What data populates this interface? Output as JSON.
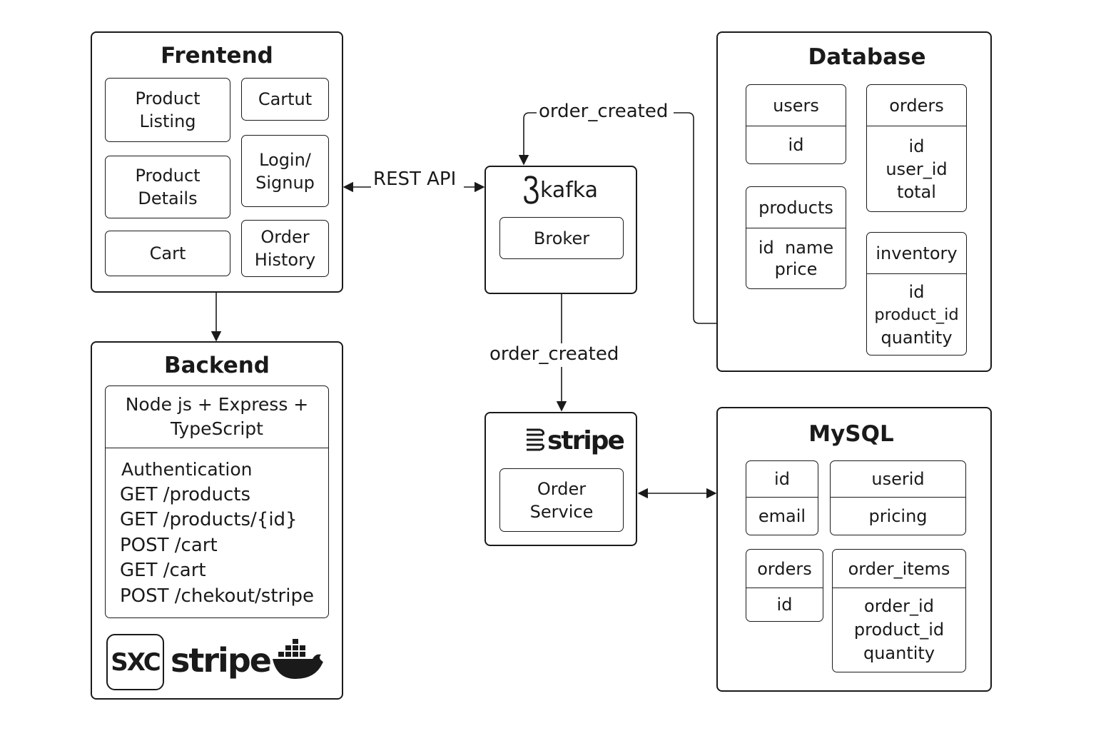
{
  "frontend": {
    "title": "Frentend",
    "items": [
      "Product\nListing",
      "Cartut",
      "Product\nDetails",
      "Login/\nSignup",
      "Cart",
      "Order\nHistory"
    ]
  },
  "backend": {
    "title": "Backend",
    "stack": "Node js + Express +\nTypeScript",
    "routes": [
      "Authentication",
      "GET /products",
      "GET /products/{id}",
      "POST /cart",
      "GET /cart",
      "POST /chekout/stripe"
    ],
    "logos": {
      "sxc": "SXC",
      "stripe": "stripe",
      "docker": "docker-whale-icon"
    }
  },
  "connectors": {
    "rest_api": "REST API",
    "order_created_top": "order_created",
    "order_created_mid": "order_created"
  },
  "kafka": {
    "logo": "kafka",
    "broker": "Broker"
  },
  "stripe_service": {
    "logo": "stripe",
    "service": "Order\nService"
  },
  "database": {
    "title": "Database",
    "tables": [
      {
        "name": "users",
        "fields": [
          "id"
        ]
      },
      {
        "name": "orders",
        "fields": [
          "id",
          "user_id",
          "total"
        ]
      },
      {
        "name": "products",
        "fields": [
          "id  name",
          "price"
        ]
      },
      {
        "name": "inventory",
        "fields": [
          "id",
          "product_id",
          "quantity"
        ]
      }
    ]
  },
  "mysql": {
    "title": "MySQL",
    "tables": [
      {
        "name": "id",
        "fields": [
          "email"
        ]
      },
      {
        "name": "userid",
        "fields": [
          "pricing"
        ]
      },
      {
        "name": "orders",
        "fields": [
          "id"
        ]
      },
      {
        "name": "order_items",
        "fields": [
          "order_id",
          "product_id",
          "quantity"
        ]
      }
    ]
  }
}
